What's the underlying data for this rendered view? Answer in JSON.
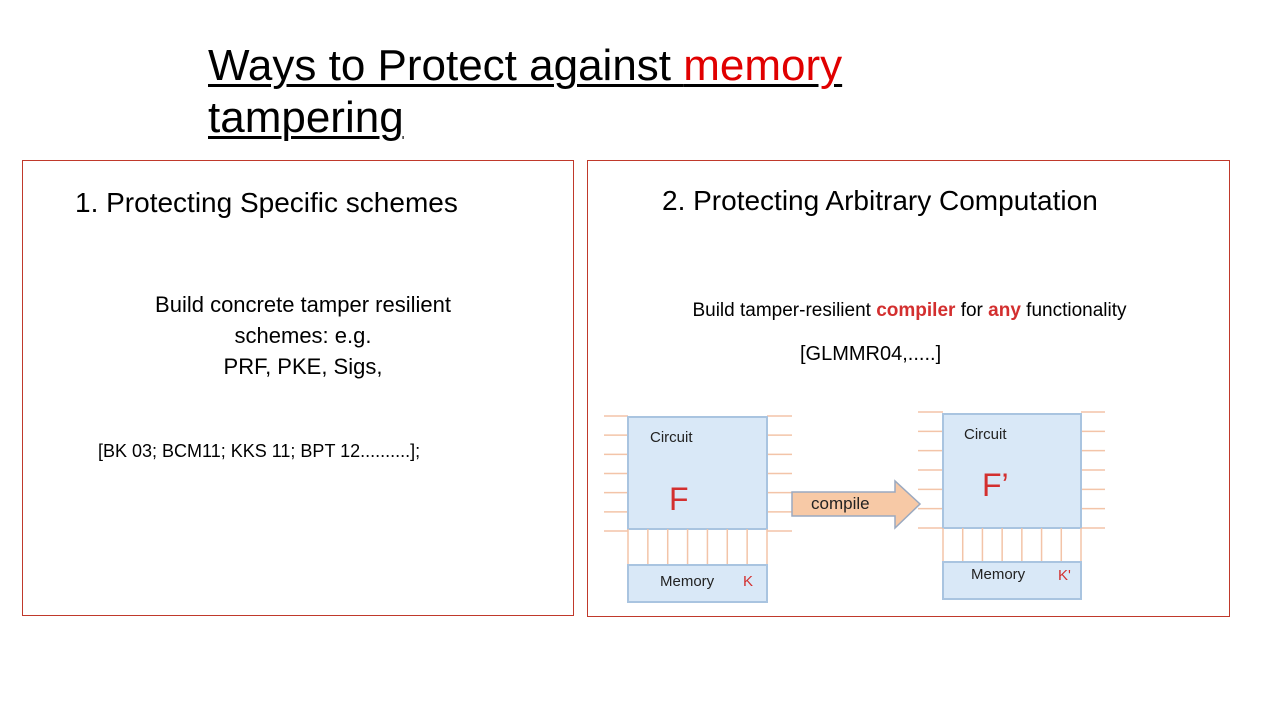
{
  "title": {
    "part1": "Ways to Protect against ",
    "highlight": "memory",
    "part2": "tampering"
  },
  "left": {
    "heading": "1.   Protecting Specific schemes",
    "body_line1": "Build concrete tamper resilient",
    "body_line2": "schemes: e.g.",
    "body_line3": "PRF, PKE, Sigs,",
    "refs": "[BK 03;  BCM11; KKS 11; BPT 12..........];"
  },
  "right": {
    "heading": "2. Protecting Arbitrary Computation",
    "body_pre": "Build tamper-resilient ",
    "body_kw1": "compiler",
    "body_mid": " for ",
    "body_kw2": "any",
    "body_post": " functionality",
    "refs": "[GLMMR04,.....]"
  },
  "diagram": {
    "left_circuit_label": "Circuit",
    "left_func": "F",
    "left_memory_label": "Memory",
    "left_key": "K",
    "arrow_label": "compile",
    "right_circuit_label": "Circuit",
    "right_func": "F’",
    "right_memory_label": "Memory",
    "right_key": "K'",
    "colors": {
      "box_fill": "#d9e8f7",
      "box_stroke": "#a9c4e0",
      "arrow_fill": "#f7c9a6",
      "arrow_stroke": "#9aa9c0",
      "accent": "#d32f2f"
    }
  }
}
